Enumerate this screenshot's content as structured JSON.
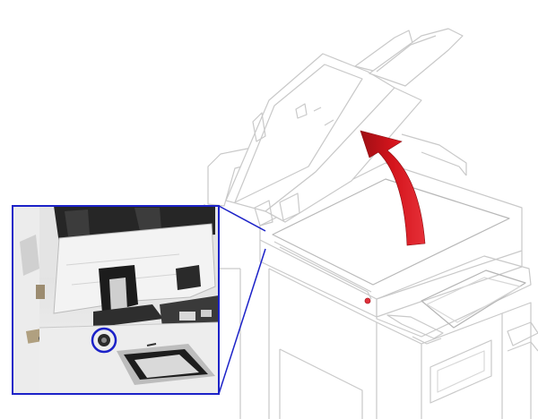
{
  "figure": {
    "main_illustration": "printer-with-document-feeder-raised",
    "arrow_direction": "lift-up",
    "inset": "photo-detail-of-hinge-screw"
  },
  "colors": {
    "outline": "#c9c9c9",
    "outline_dark": "#a8a8a8",
    "arrow": "#d4141c",
    "arrow_shade": "#9e0f14",
    "callout": "#1c22c8",
    "indicator": "#e0303a",
    "photo_bg": "#e8e8e8",
    "photo_dark": "#1e1e1e"
  }
}
